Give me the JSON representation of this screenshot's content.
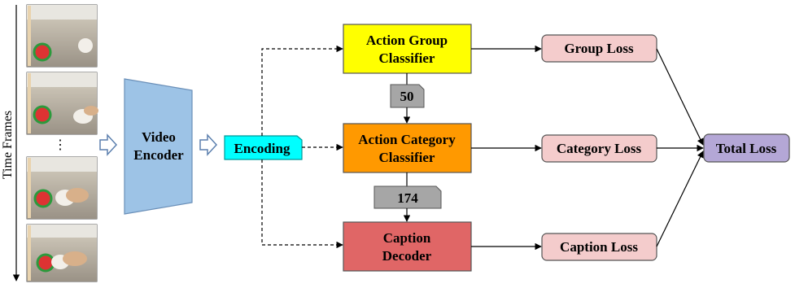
{
  "axis": {
    "time_label": "Time Frames",
    "ellipsis": "⋮"
  },
  "nodes": {
    "video_encoder": {
      "line1": "Video",
      "line2": "Encoder",
      "color": "#9dc3e6"
    },
    "encoding": {
      "label": "Encoding",
      "color": "#00ffff"
    },
    "group_classifier": {
      "line1": "Action Group",
      "line2": "Classifier",
      "color": "#ffff00"
    },
    "category_classifier": {
      "line1": "Action Category",
      "line2": "Classifier",
      "color": "#ff9900"
    },
    "caption_decoder": {
      "line1": "Caption",
      "line2": "Decoder",
      "color": "#e06666"
    },
    "group_loss": {
      "label": "Group Loss",
      "color": "#f4cccc"
    },
    "category_loss": {
      "label": "Category Loss",
      "color": "#f4cccc"
    },
    "caption_loss": {
      "label": "Caption Loss",
      "color": "#f4cccc"
    },
    "total_loss": {
      "label": "Total Loss",
      "color": "#b4a7d6"
    },
    "dim_50": {
      "label": "50",
      "color": "#a6a6a6"
    },
    "dim_174": {
      "label": "174",
      "color": "#a6a6a6"
    }
  }
}
